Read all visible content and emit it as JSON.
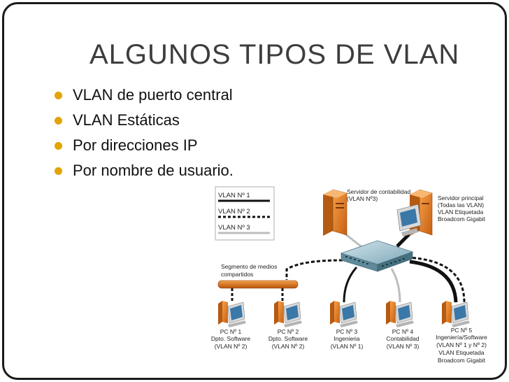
{
  "slide": {
    "title": "ALGUNOS TIPOS DE VLAN",
    "bullets": [
      "VLAN de puerto central",
      "VLAN Estáticas",
      "Por direcciones IP",
      "Por nombre de usuario."
    ]
  },
  "diagram": {
    "legend": [
      "VLAN Nº 1",
      "VLAN Nº 2",
      "VLAN Nº 3"
    ],
    "segment_label": [
      "Segmento de medios",
      "compartidos"
    ],
    "servers": [
      {
        "lines": [
          "Servidor de contabilidad",
          "(VLAN Nº3)"
        ]
      },
      {
        "lines": [
          "Servidor principal",
          "(Todas las VLAN)",
          "VLAN Etiquetada",
          "Broadcom Gigabit"
        ]
      }
    ],
    "pcs": [
      {
        "lines": [
          "PC Nº 1",
          "Dpto. Software",
          "(VLAN Nº 2)"
        ]
      },
      {
        "lines": [
          "PC Nº 2",
          "Dpto. Software",
          "(VLAN Nº 2)"
        ]
      },
      {
        "lines": [
          "PC Nº 3",
          "Ingenieria",
          "(VLAN Nº 1)"
        ]
      },
      {
        "lines": [
          "PC Nº 4",
          "Contabilidad",
          "(VLAN Nº 3)"
        ]
      },
      {
        "lines": [
          "PC Nº 5",
          "Ingeniería/Software",
          "(VLAN Nº 1 y Nº 2)",
          "VLAN Etiquetada",
          "Broadcom Gigabit"
        ]
      }
    ],
    "colors": {
      "vlan1": "#111111",
      "vlan2": "#111111",
      "vlan3": "#bdbdbd",
      "device": "#e07a1f",
      "bullet": "#e2a400"
    }
  }
}
